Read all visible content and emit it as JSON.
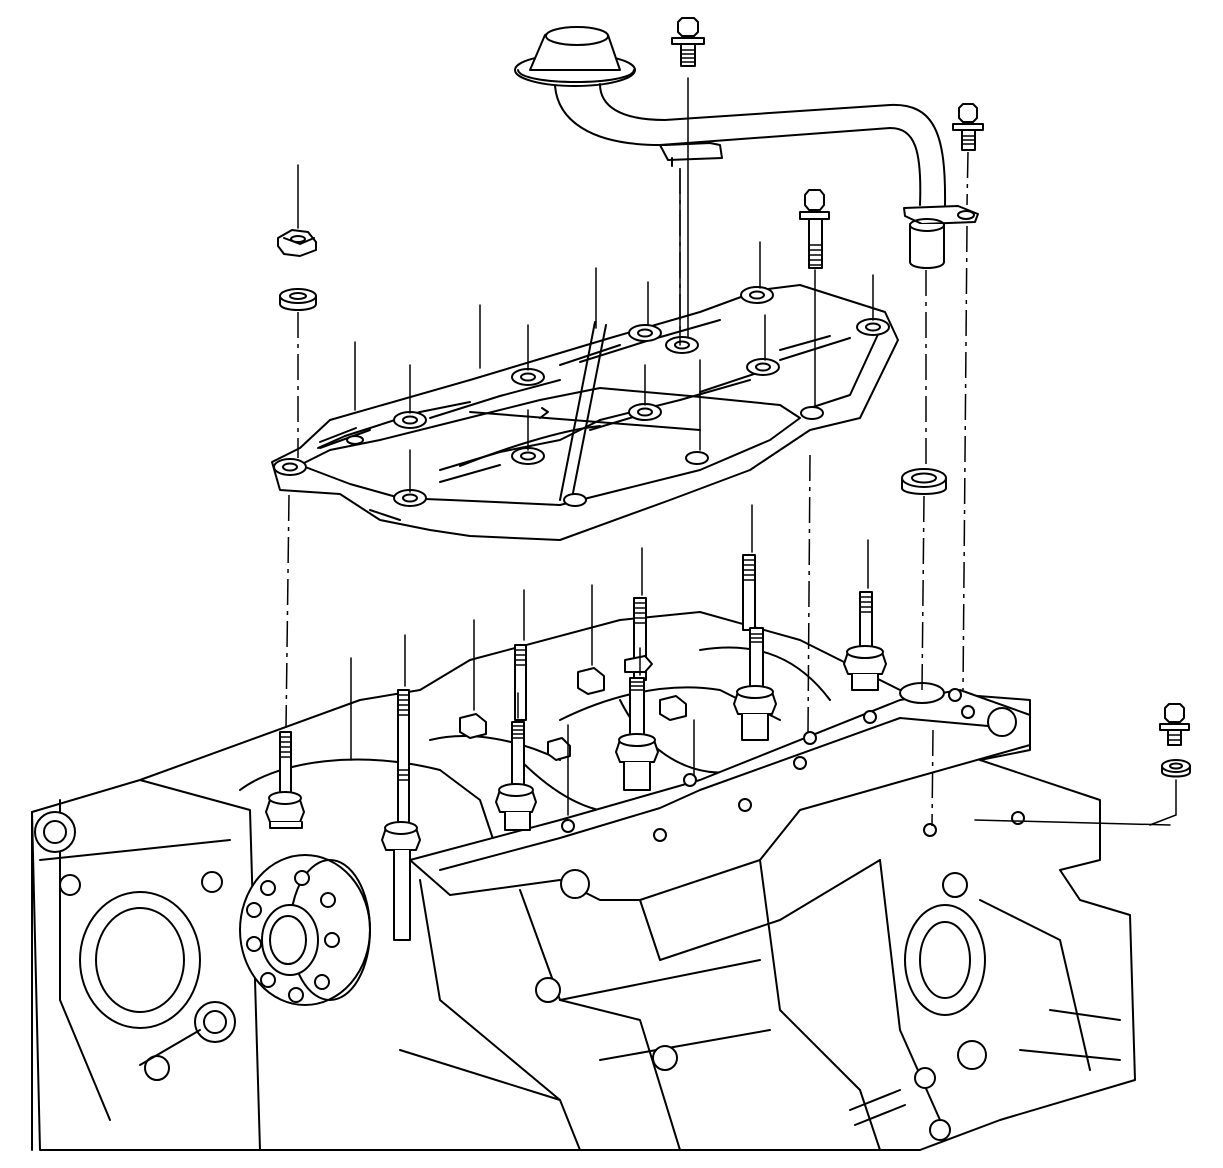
{
  "diagram": {
    "parts": [
      {
        "id": "oil-pump-pickup-tube",
        "icon": "pickup-tube-icon"
      },
      {
        "id": "oil-pan-baffle",
        "icon": "baffle-plate-icon"
      },
      {
        "id": "main-bearing-stud",
        "icon": "stud-icon"
      },
      {
        "id": "baffle-nut",
        "icon": "nut-icon"
      },
      {
        "id": "pickup-tube-bolt",
        "icon": "bolt-icon"
      },
      {
        "id": "pickup-tube-seal",
        "icon": "o-ring-icon"
      },
      {
        "id": "engine-block",
        "icon": "engine-block-icon"
      },
      {
        "id": "crankshaft",
        "icon": "crankshaft-icon"
      }
    ],
    "colors": {
      "stroke": "#000000",
      "background": "#ffffff"
    }
  }
}
